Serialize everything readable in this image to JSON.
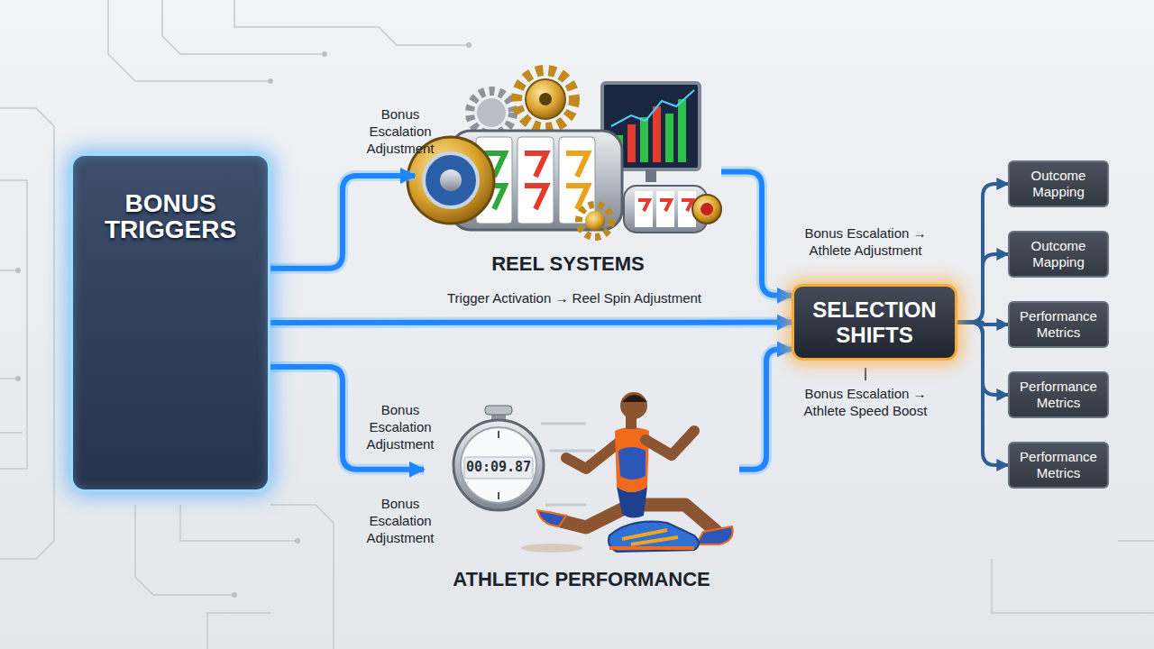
{
  "diagram": {
    "nodes": [
      {
        "text": [
          "BONUS TRIGGERS"
        ]
      },
      {
        "text": [
          "REEL SYSTEMS"
        ]
      },
      {
        "text": [
          "ATHLETIC PERFORMANCE"
        ]
      },
      {
        "text": [
          "SELECTION SHIFTS"
        ]
      },
      {
        "text": [
          "Outcome Mapping"
        ]
      },
      {
        "text": [
          "Outcome Mapping"
        ]
      },
      {
        "text": [
          "Performance Metrics"
        ]
      },
      {
        "text": [
          "Performance Metrics"
        ]
      },
      {
        "text": [
          "Performance Metrics"
        ]
      }
    ],
    "edges": [
      {
        "from": 0,
        "to": 1,
        "arrow": "to",
        "label": "Bonus Escalation Adjustment"
      },
      {
        "from": 0,
        "to": 3,
        "arrow": "to",
        "label": "Trigger Activation → Reel Spin Adjustment"
      },
      {
        "from": 0,
        "to": 2,
        "arrow": "to",
        "label": "Bonus Escalation Adjustment"
      },
      {
        "from": 1,
        "to": 3,
        "arrow": "to"
      },
      {
        "from": 2,
        "to": 3,
        "arrow": "to"
      },
      {
        "from": 3,
        "to": 4,
        "arrow": "to"
      },
      {
        "from": 3,
        "to": 5,
        "arrow": "to"
      },
      {
        "from": 3,
        "to": 6,
        "arrow": "to"
      },
      {
        "from": 3,
        "to": 7,
        "arrow": "to"
      },
      {
        "from": 3,
        "to": 8,
        "arrow": "to"
      }
    ],
    "labels": [
      "Bonus Escalation Adjustment",
      "Bonus Escalation → Athlete Adjustment",
      "Bonus Escalation → Athlete Speed Boost",
      "00:09.87"
    ]
  }
}
